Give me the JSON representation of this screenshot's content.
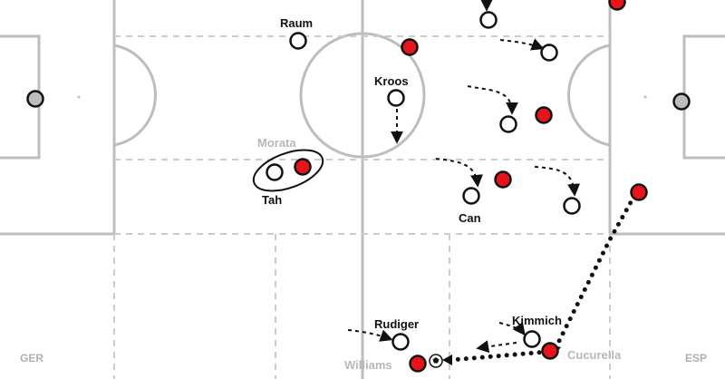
{
  "teams": {
    "left": "GER",
    "right": "ESP"
  },
  "players": {
    "raum": "Raum",
    "kroos": "Kroos",
    "morata": "Morata",
    "tah": "Tah",
    "can": "Can",
    "rudiger": "Rudiger",
    "kimmich": "Kimmich",
    "williams": "Williams",
    "cucurella": "Cucurella"
  },
  "colors": {
    "home": "#ffffff",
    "away": "#e8141c",
    "keeper": "#bdbdbd",
    "pitch_lines": "#bdbdbd",
    "zone_lines": "#cccccc"
  }
}
